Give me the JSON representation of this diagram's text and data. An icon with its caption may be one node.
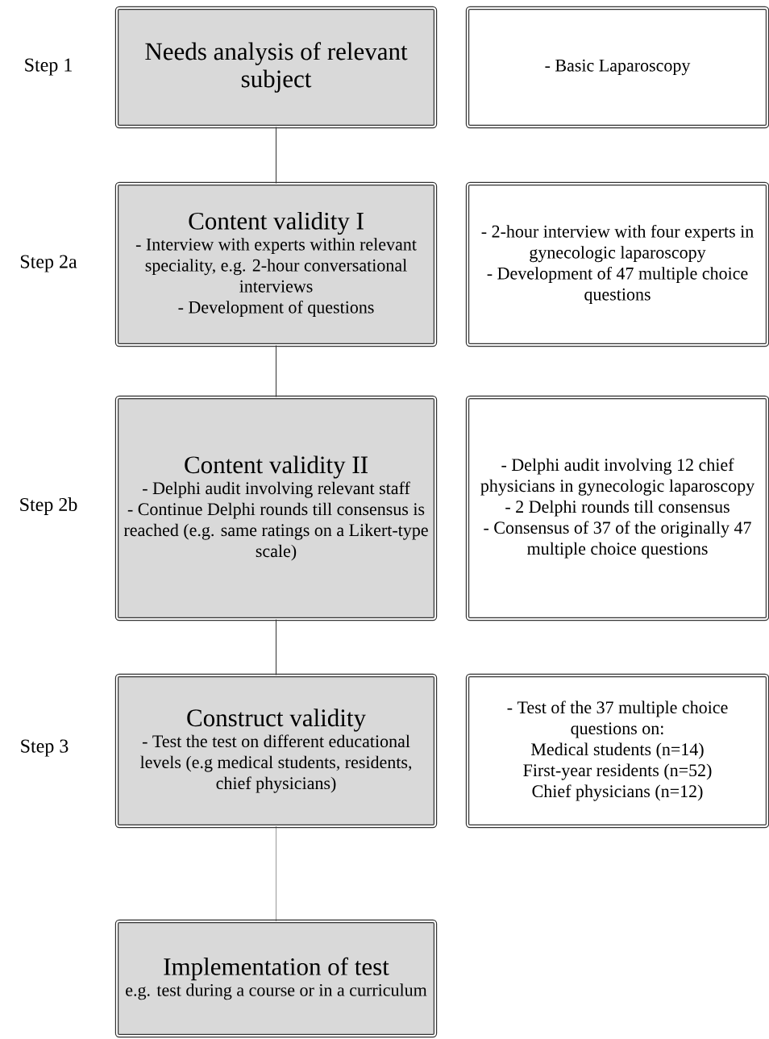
{
  "diagram": {
    "nodes": [
      {
        "text": [
          "Needs analysis of relevant subject"
        ]
      },
      {
        "text": [
          "- Basic Laparoscopy"
        ]
      },
      {
        "text": [
          "Content validity I",
          "- Interview with experts within relevant speciality, e.g. 2-hour conversational interviews",
          "- Development of questions"
        ]
      },
      {
        "text": [
          "- 2-hour interview with four experts in gynecologic laparoscopy",
          "- Development of 47 multiple choice questions"
        ]
      },
      {
        "text": [
          "Content validity II",
          "- Delphi audit involving relevant staff",
          "- Continue Delphi rounds till consensus is reached (e.g. same ratings on a Likert-type scale)"
        ]
      },
      {
        "text": [
          "- Delphi audit involving 12 chief physicians in gynecologic laparoscopy",
          "- 2 Delphi rounds till consensus",
          "- Consensus of 37 of the originally 47 multiple choice questions"
        ]
      },
      {
        "text": [
          "Construct validity",
          "- Test the test on different educational levels (e.g medical students, residents, chief physicians)"
        ]
      },
      {
        "text": [
          "- Test of the 37 multiple choice questions on:",
          "Medical students (n=14)",
          "First-year residents (n=52)",
          "Chief physicians (n=12)"
        ]
      },
      {
        "text": [
          "Implementation of test",
          "e.g. test during a course or in a curriculum"
        ]
      }
    ],
    "edges": [
      {
        "from": 0,
        "to": 2,
        "arrow": "none"
      },
      {
        "from": 2,
        "to": 4,
        "arrow": "none"
      },
      {
        "from": 4,
        "to": 6,
        "arrow": "none"
      },
      {
        "from": 6,
        "to": 8,
        "arrow": "none",
        "style": "dashed"
      }
    ],
    "labels": [
      "Step 1",
      "Step 2a",
      "Step 2b",
      "Step 3"
    ]
  }
}
